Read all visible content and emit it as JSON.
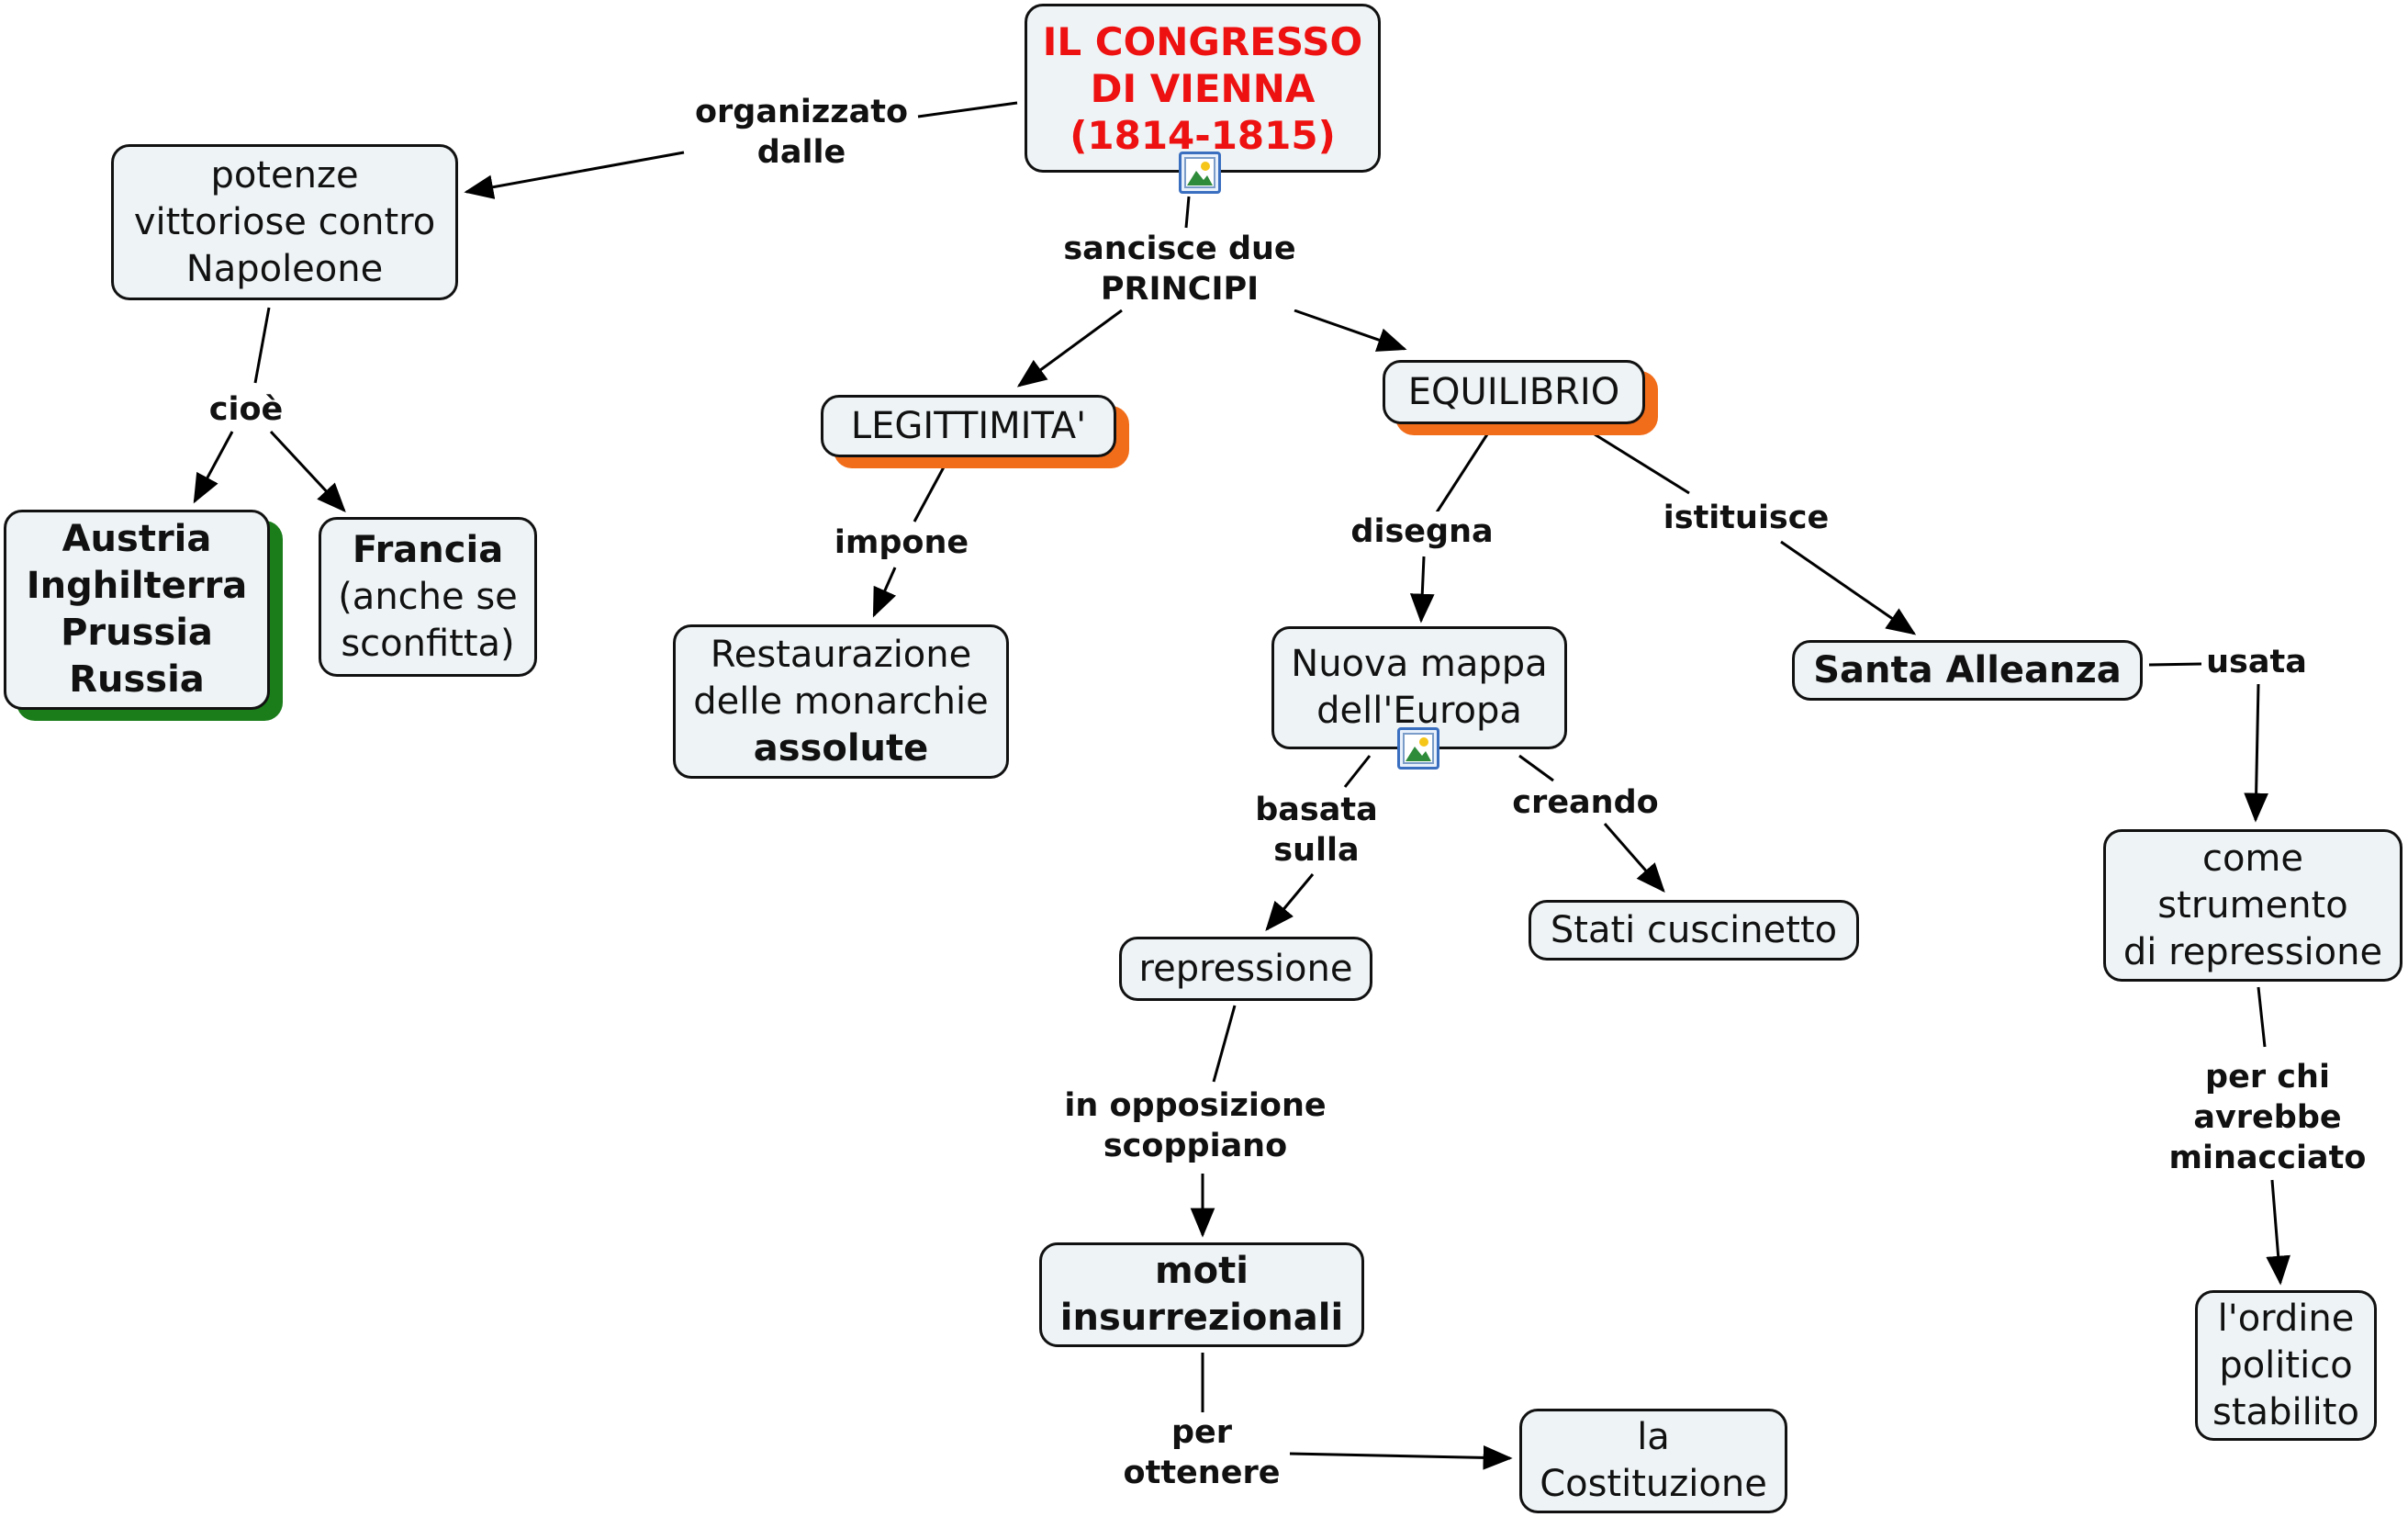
{
  "title": {
    "lines": [
      "IL CONGRESSO",
      "DI VIENNA",
      "(1814-1815)"
    ]
  },
  "nodes": {
    "potenze": {
      "lines": [
        "potenze",
        "vittoriose contro",
        "Napoleone"
      ]
    },
    "austria": {
      "lines": [
        "Austria",
        "Inghilterra",
        "Prussia",
        "Russia"
      ]
    },
    "francia": {
      "line1": "Francia",
      "line2": "(anche se",
      "line3": "sconfitta)"
    },
    "legittimita": {
      "text": "LEGITTIMITA'"
    },
    "equilibrio": {
      "text": "EQUILIBRIO"
    },
    "restaurazione": {
      "line1": "Restaurazione",
      "line2": "delle monarchie",
      "line3": "assolute"
    },
    "nuova_mappa": {
      "lines": [
        "Nuova mappa",
        "dell'Europa"
      ]
    },
    "santa_alleanza": {
      "text": "Santa Alleanza"
    },
    "repressione": {
      "text": "repressione"
    },
    "stati_cuscinetto": {
      "text": "Stati cuscinetto"
    },
    "come_strumento": {
      "lines": [
        "come",
        "strumento",
        "di repressione"
      ]
    },
    "moti": {
      "lines": [
        "moti",
        "insurrezionali"
      ]
    },
    "costituzione": {
      "lines": [
        "la",
        "Costituzione"
      ]
    },
    "ordine": {
      "lines": [
        "l'ordine",
        "politico",
        "stabilito"
      ]
    }
  },
  "links": {
    "organizzato": [
      "organizzato",
      "dalle"
    ],
    "sancisce": [
      "sancisce due",
      "PRINCIPI"
    ],
    "cioe": [
      "cioè"
    ],
    "impone": [
      "impone"
    ],
    "disegna": [
      "disegna"
    ],
    "istituisce": [
      "istituisce"
    ],
    "usata": [
      "usata"
    ],
    "basata": [
      "basata",
      "sulla"
    ],
    "creando": [
      "creando"
    ],
    "opposizione": [
      "in opposizione",
      "scoppiano"
    ],
    "per_chi": [
      "per chi",
      "avrebbe",
      "minacciato"
    ],
    "per_ottenere": [
      "per",
      "ottenere"
    ]
  },
  "icons": [
    "image-icon",
    "image-icon"
  ],
  "colors": {
    "title": "#ee1111",
    "node_fill": "#eef3f5",
    "accent_orange": "#f26d1a",
    "accent_green": "#1a7d1a"
  }
}
